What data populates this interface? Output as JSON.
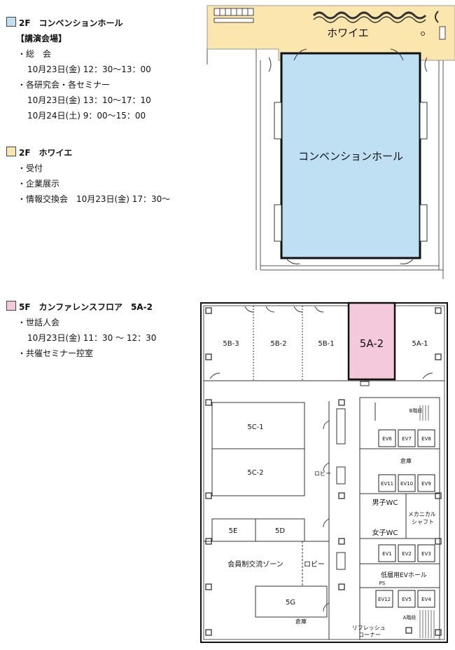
{
  "colors": {
    "hall": "#bfe0f3",
    "foyer": "#fbe6ad",
    "conference": "#f4c9dc",
    "outline": "#1a1a1a"
  },
  "legend": {
    "hall": {
      "heading": "2F　コンベンションホール",
      "sub": "【講演会場】",
      "items": [
        {
          "label": "・総　会",
          "times": [
            "10月23日(金)  12：30〜13：00"
          ]
        },
        {
          "label": "・各研究会・各セミナー",
          "times": [
            "10月23日(金)  13：10〜17：10",
            "10月24日(土)    9：00〜15：00"
          ]
        }
      ]
    },
    "foyer": {
      "heading": "2F　ホワイエ",
      "items": [
        "・受付",
        "・企業展示",
        "・情報交換会　10月23日(金)  17：30〜"
      ]
    },
    "conference": {
      "heading": "5F　カンファレンスフロア　5A-2",
      "items": [
        {
          "label": "・世話人会",
          "times": [
            "10月23日(金)  11：30 〜 12：30"
          ]
        },
        {
          "label": "・共催セミナー控室",
          "times": []
        }
      ]
    }
  },
  "map2f": {
    "foyer_label": "ホワイエ",
    "hall_label": "コンベンションホール"
  },
  "map5f": {
    "rooms": {
      "r5b3": "5B-3",
      "r5b2": "5B-2",
      "r5b1": "5B-1",
      "r5a2": "5A-2",
      "r5a1": "5A-1",
      "r5c1": "5C-1",
      "r5c2": "5C-2",
      "r5e": "5E",
      "r5d": "5D",
      "member": "会員制交流ゾーン",
      "r5g": "5G",
      "storage_bottom": "倉庫",
      "lobby_top": "ロビー",
      "lobby_mid": "ロビー",
      "storage_right": "倉庫",
      "mechanical": "メカニカル\nシャフト",
      "low_ev_hall": "低層用EVホール",
      "mens_wc": "男子WC",
      "womens_wc": "女子WC",
      "stairs_b": "B階段",
      "stairs_a": "A階段",
      "ps": "PS",
      "refresh": "リフレッシュ\nコーナー"
    },
    "elevators": [
      "EV6",
      "EV7",
      "EV8",
      "EV11",
      "EV10",
      "EV9",
      "EV1",
      "EV2",
      "EV3",
      "EV12",
      "EV5",
      "EV4"
    ]
  }
}
